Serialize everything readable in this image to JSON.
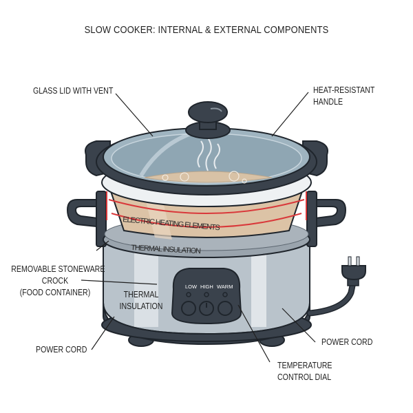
{
  "title": "SLOW COOKER: INTERNAL & EXTERNAL COMPONENTS",
  "labels": {
    "glass_lid": "GLASS LID WITH VENT",
    "handle_line1": "HEAT-RESISTANT",
    "handle_line2": "HANDLE",
    "heating_elements": "ELECTRIC HEATING ELEMENTS",
    "thermal_insulation_band": "THERMAL INSULATION",
    "crock_line1": "REMOVABLE STONEWARE",
    "crock_line2": "CROCK",
    "crock_line3": "(FOOD CONTAINER)",
    "thermal_insulation_body_line1": "THERMAL",
    "thermal_insulation_body_line2": "INSULATION",
    "power_cord_left": "POWER CORD",
    "power_cord_right": "POWER CORD",
    "temp_dial_line1": "TEMPERATURE",
    "temp_dial_line2": "CONTROL DIAL"
  },
  "control_panel": {
    "settings": [
      "LOW",
      "HIGH",
      "WARM"
    ]
  },
  "colors": {
    "body_steel": "#b9c3cb",
    "dark_trim": "#3a424c",
    "stoneware": "#dcc3a6",
    "heating_red": "#d9383a",
    "glass": "#9fb4c0",
    "outline": "#1f252c"
  }
}
